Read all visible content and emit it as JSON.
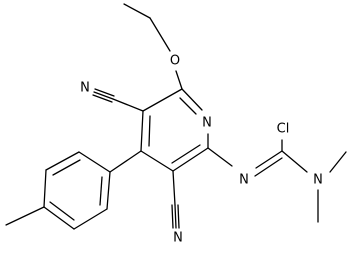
{
  "structure": {
    "atoms": {
      "ethoxy_oxygen": "O",
      "ring_nitrogen": "N",
      "nitrile_nitrogen_top": "N",
      "nitrile_nitrogen_bottom": "N",
      "imine_nitrogen": "N",
      "chlorine": "Cl",
      "amine_nitrogen": "N"
    }
  }
}
